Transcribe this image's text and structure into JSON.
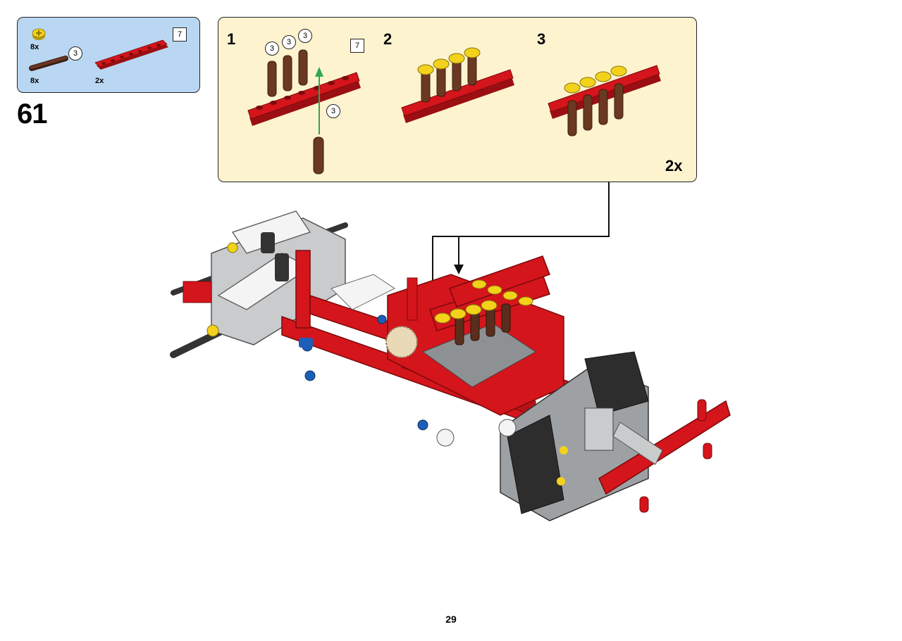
{
  "parts_list": {
    "items": [
      {
        "name": "yellow bush",
        "quantity": "8x"
      },
      {
        "name": "brown axle",
        "quantity": "8x",
        "length": "3"
      },
      {
        "name": "red beam",
        "quantity": "2x",
        "length": "7"
      }
    ]
  },
  "step_number": "61",
  "sub_assembly": {
    "steps": [
      {
        "number": "1"
      },
      {
        "number": "2"
      },
      {
        "number": "3"
      }
    ],
    "callouts": {
      "beam_length": "7",
      "axle_length": "3"
    },
    "multiplier": "2x"
  },
  "colors": {
    "parts_bg": "#b9d7f2",
    "subassembly_bg": "#fdf3cf",
    "brick_red": "#d4151b",
    "axle_brown": "#5a2e1c",
    "bush_yellow": "#f2d21b",
    "guide_green": "#2fa84f"
  },
  "page_number": "29"
}
